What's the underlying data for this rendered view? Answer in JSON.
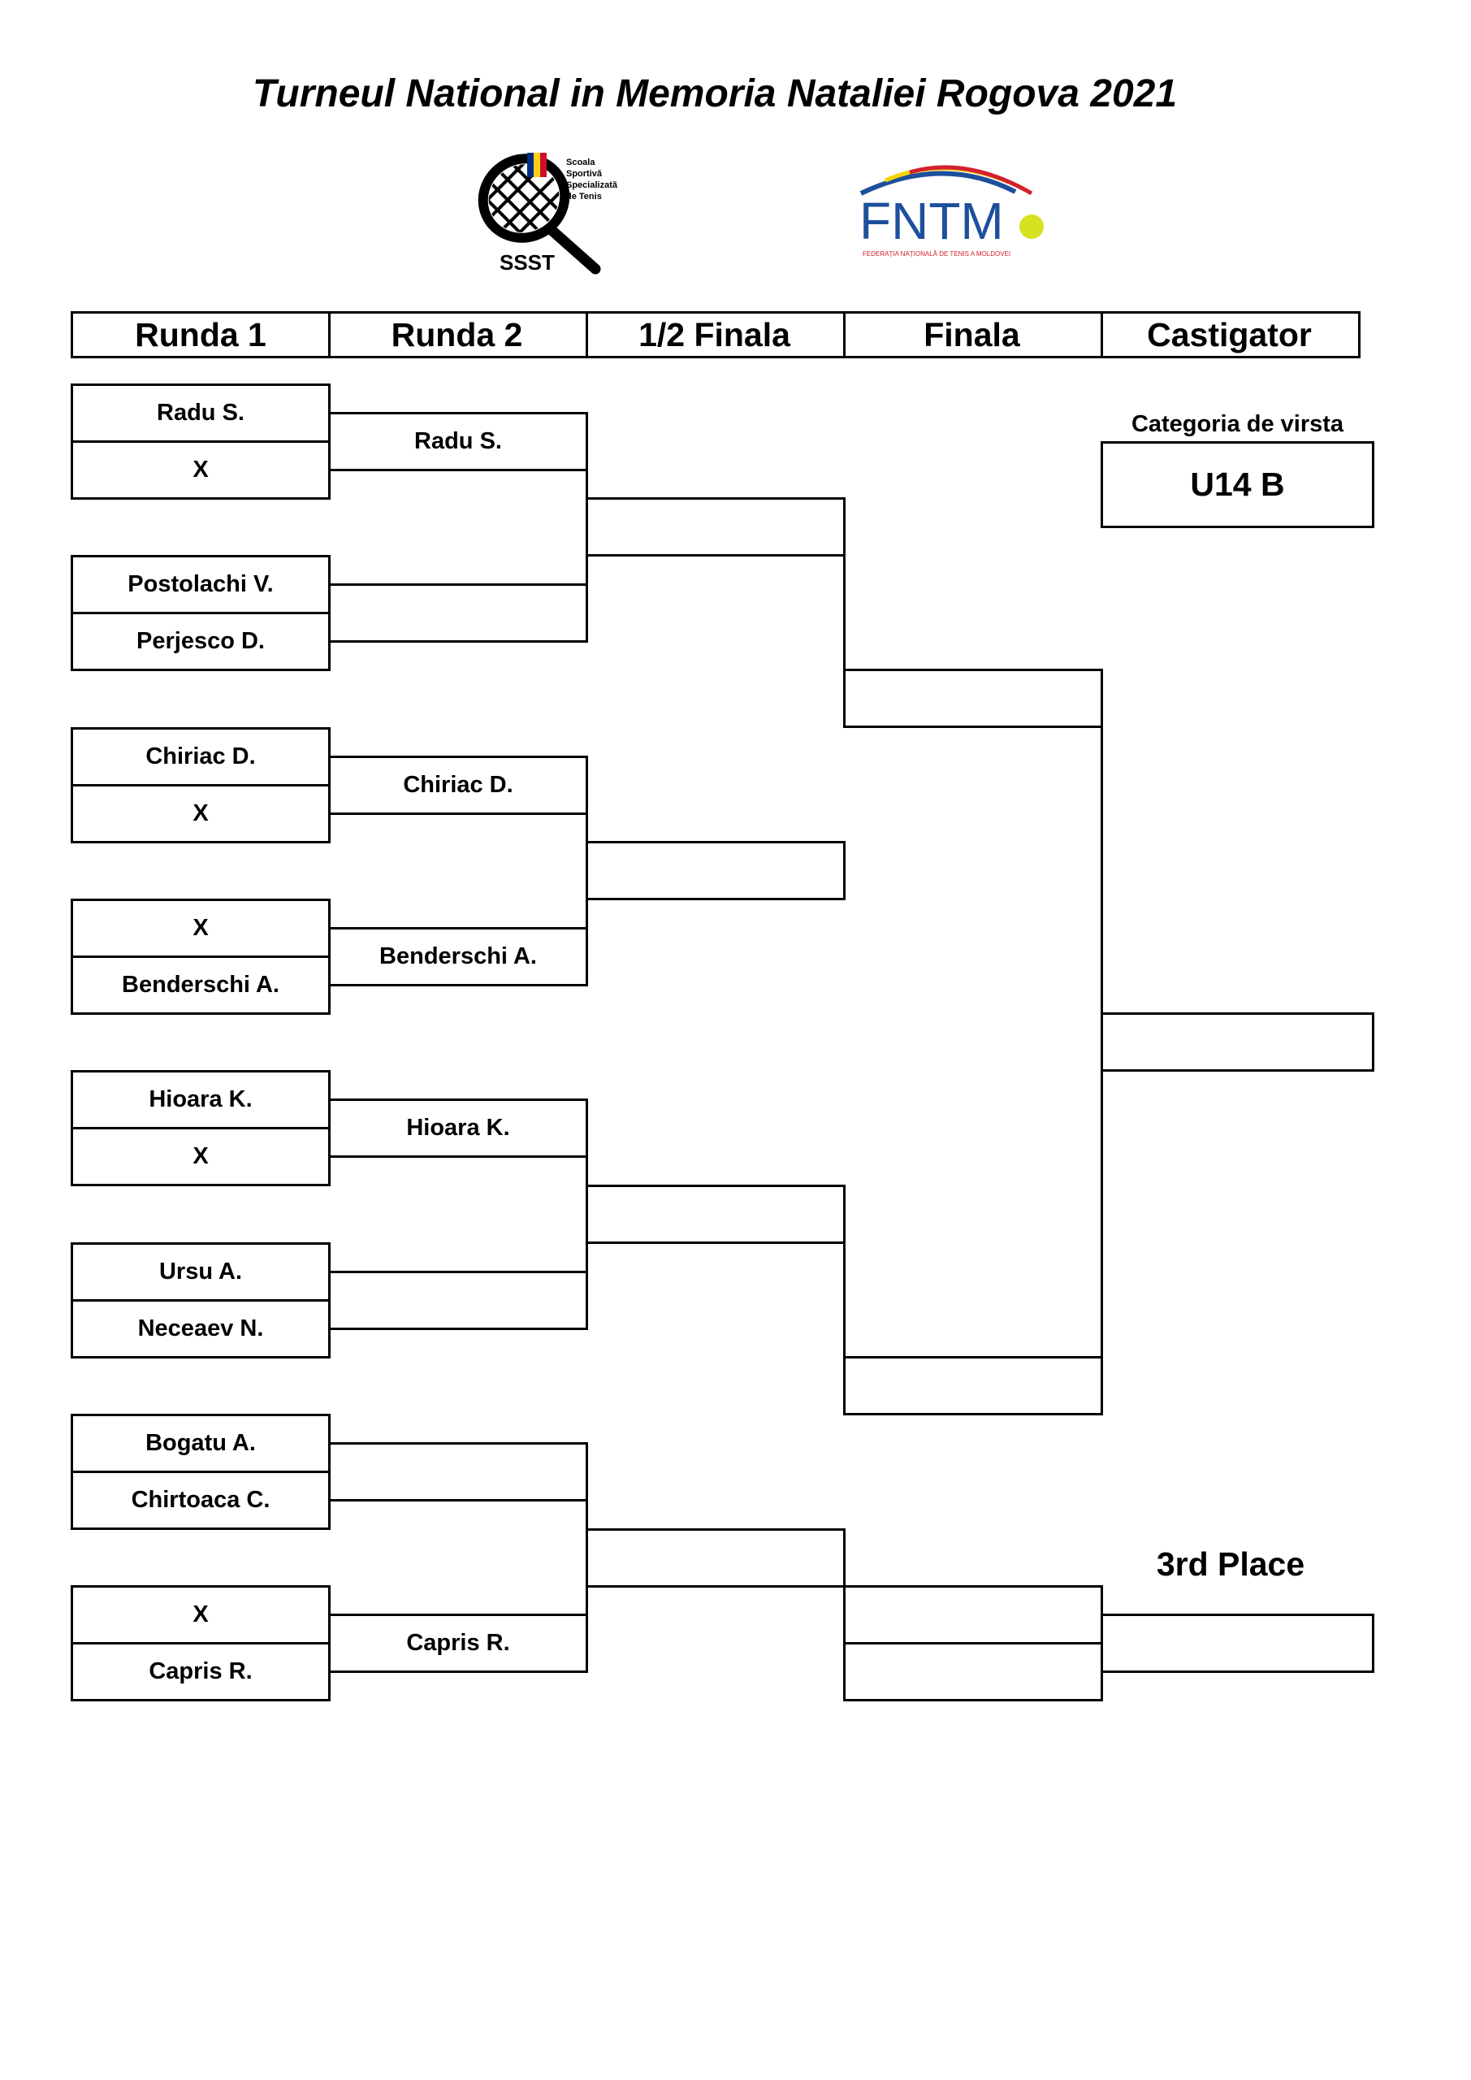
{
  "title": "Turneul National in Memoria Nataliei Rogova 2021",
  "logos": {
    "ssst": {
      "name": "SSST",
      "lines": [
        "Scoala",
        "Sportivă",
        "Specializată",
        "de Tenis"
      ]
    },
    "fntm": {
      "name": "FNTM",
      "subtitle": "FEDERAȚIA NAȚIONALĂ DE TENIS A MOLDOVEI"
    }
  },
  "headers": [
    "Runda 1",
    "Runda 2",
    "1/2 Finala",
    "Finala",
    "Castigator"
  ],
  "category": {
    "label": "Categoria de virsta",
    "value": "U14 B"
  },
  "third_place_label": "3rd Place",
  "round1": [
    "Radu S.",
    "X",
    "Postolachi V.",
    "Perjesco D.",
    "Chiriac D.",
    "X",
    "X",
    "Benderschi A.",
    "Hioara K.",
    "X",
    "Ursu A.",
    "Neceaev N.",
    "Bogatu A.",
    "Chirtoaca C.",
    "X",
    "Capris R."
  ],
  "round2": [
    "Radu S.",
    "",
    "Chiriac D.",
    "Benderschi A.",
    "Hioara K.",
    "",
    "",
    "Capris R."
  ],
  "semifinals": [
    "",
    "",
    "",
    ""
  ],
  "final": [
    "",
    ""
  ],
  "winner": "",
  "third_place": [
    "",
    "",
    ""
  ],
  "colors": {
    "ink": "#000000",
    "fntm_blue": "#1d4f9c",
    "fntm_red": "#d3202f",
    "fntm_yellow": "#f5d400",
    "ball": "#d7e021"
  }
}
